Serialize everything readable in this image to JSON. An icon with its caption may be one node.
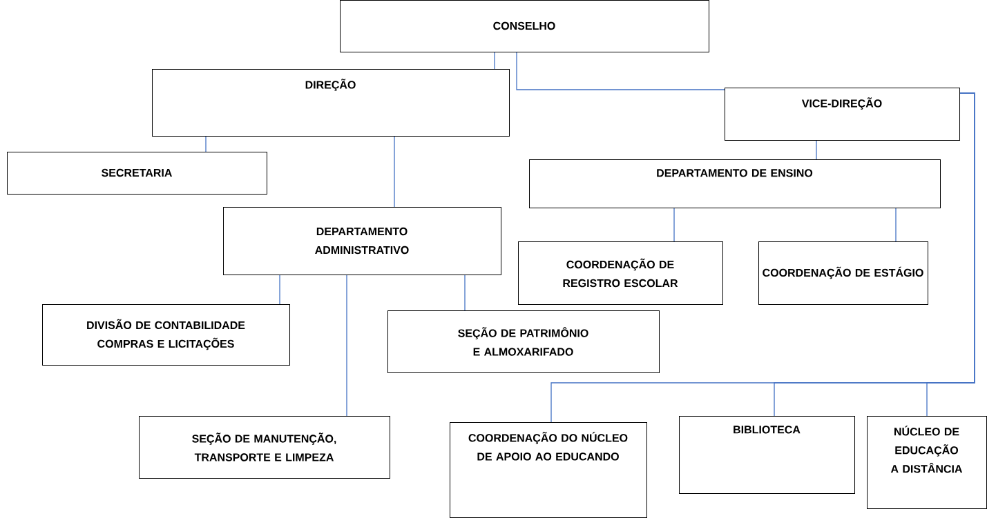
{
  "diagram": {
    "nodes": [
      {
        "text": [
          "CONSELHO"
        ]
      },
      {
        "text": [
          "DIREÇÃO"
        ]
      },
      {
        "text": [
          "VICE-DIREÇÃO"
        ]
      },
      {
        "text": [
          "SECRETARIA"
        ]
      },
      {
        "text": [
          "DEPARTAMENTO DE ENSINO"
        ]
      },
      {
        "text": [
          "DEPARTAMENTO ADMINISTRATIVO"
        ]
      },
      {
        "text": [
          "COORDENAÇÃO DE REGISTRO ESCOLAR"
        ]
      },
      {
        "text": [
          "COORDENAÇÃO DE ESTÁGIO"
        ]
      },
      {
        "text": [
          "DIVISÃO DE CONTABILIDADE COMPRAS E LICITAÇÕES"
        ]
      },
      {
        "text": [
          "SEÇÃO DE PATRIMÔNIO E ALMOXARIFADO"
        ]
      },
      {
        "text": [
          "SEÇÃO DE MANUTENÇÃO, TRANSPORTE E LIMPEZA"
        ]
      },
      {
        "text": [
          "COORDENAÇÃO DO NÚCLEO DE APOIO AO EDUCANDO"
        ]
      },
      {
        "text": [
          "BIBLIOTECA"
        ]
      },
      {
        "text": [
          "NÚCLEO DE EDUCAÇÃO A DISTÂNCIA"
        ]
      }
    ],
    "edges": [
      {
        "from": 0,
        "to": 1,
        "arrow": "none"
      },
      {
        "from": 0,
        "to": 2,
        "arrow": "none"
      },
      {
        "from": 1,
        "to": 3,
        "arrow": "none"
      },
      {
        "from": 1,
        "to": 5,
        "arrow": "none"
      },
      {
        "from": 2,
        "to": 4,
        "arrow": "none"
      },
      {
        "from": 4,
        "to": 6,
        "arrow": "none"
      },
      {
        "from": 4,
        "to": 7,
        "arrow": "none"
      },
      {
        "from": 5,
        "to": 8,
        "arrow": "none"
      },
      {
        "from": 5,
        "to": 10,
        "arrow": "none"
      },
      {
        "from": 5,
        "to": 9,
        "arrow": "none"
      },
      {
        "from": 2,
        "to": 11,
        "arrow": "none"
      },
      {
        "from": 2,
        "to": 12,
        "arrow": "none"
      },
      {
        "from": 2,
        "to": 13,
        "arrow": "none"
      }
    ]
  }
}
